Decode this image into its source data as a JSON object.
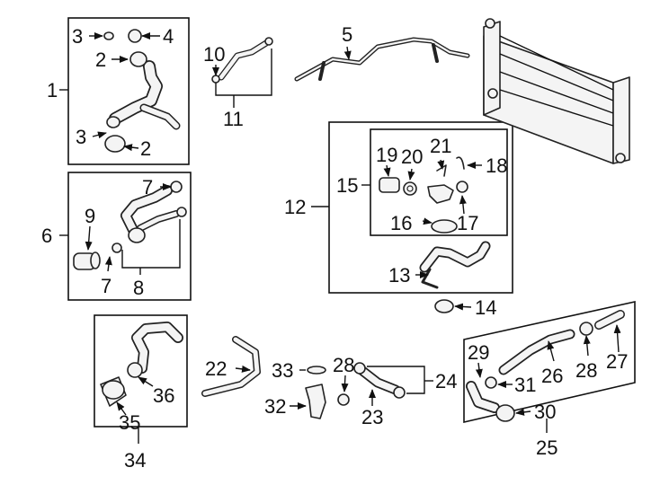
{
  "callouts": {
    "c1": "1",
    "c2a": "2",
    "c2b": "2",
    "c3a": "3",
    "c3b": "3",
    "c4": "4",
    "c5": "5",
    "c6": "6",
    "c7a": "7",
    "c7b": "7",
    "c8": "8",
    "c9": "9",
    "c10": "10",
    "c11": "11",
    "c12": "12",
    "c13": "13",
    "c14": "14",
    "c15": "15",
    "c16": "16",
    "c17": "17",
    "c18": "18",
    "c19": "19",
    "c20": "20",
    "c21": "21",
    "c22": "22",
    "c23": "23",
    "c24": "24",
    "c25": "25",
    "c26": "26",
    "c27": "27",
    "c28a": "28",
    "c28b": "28",
    "c29": "29",
    "c30": "30",
    "c31": "31",
    "c32": "32",
    "c33": "33",
    "c34": "34",
    "c35": "35",
    "c36": "36"
  },
  "colors": {
    "ink": "#111111",
    "part_fill": "#f4f4f4",
    "background": "#ffffff"
  }
}
